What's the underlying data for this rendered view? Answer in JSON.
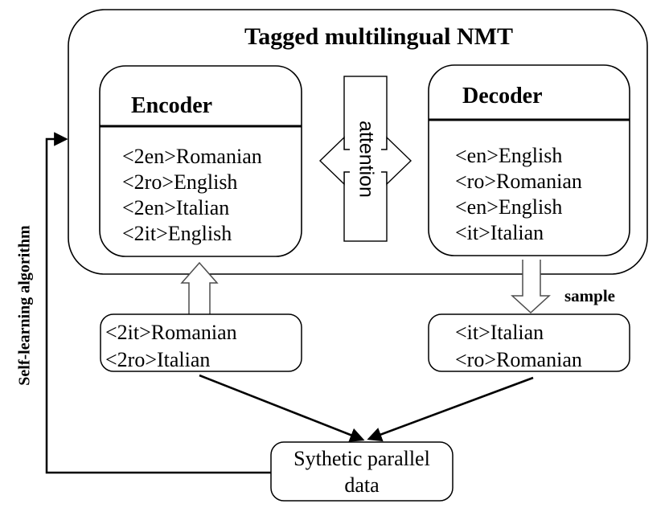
{
  "title": "Tagged multilingual NMT",
  "encoder": {
    "label": "Encoder",
    "lines": [
      "<2en>Romanian",
      "<2ro>English",
      "<2en>Italian",
      "<2it>English"
    ]
  },
  "decoder": {
    "label": "Decoder",
    "lines": [
      "<en>English",
      "<ro>Romanian",
      "<en>English",
      "<it>Italian"
    ]
  },
  "attention": {
    "label": "attention"
  },
  "sample": {
    "label": "sample"
  },
  "self_learning": {
    "label": "Self-learning algorithm"
  },
  "synthetic_source_box": {
    "lines": [
      "<2it>Romanian",
      "<2ro>Italian"
    ]
  },
  "sampled_target_box": {
    "lines": [
      "<it>Italian",
      "<ro>Romanian"
    ]
  },
  "synthetic_data_box": {
    "lines": [
      "Sythetic parallel",
      "data"
    ]
  },
  "colors": {
    "ink": "#000000",
    "block_arrow_stroke": "#4d4d4d",
    "background": "#ffffff"
  }
}
